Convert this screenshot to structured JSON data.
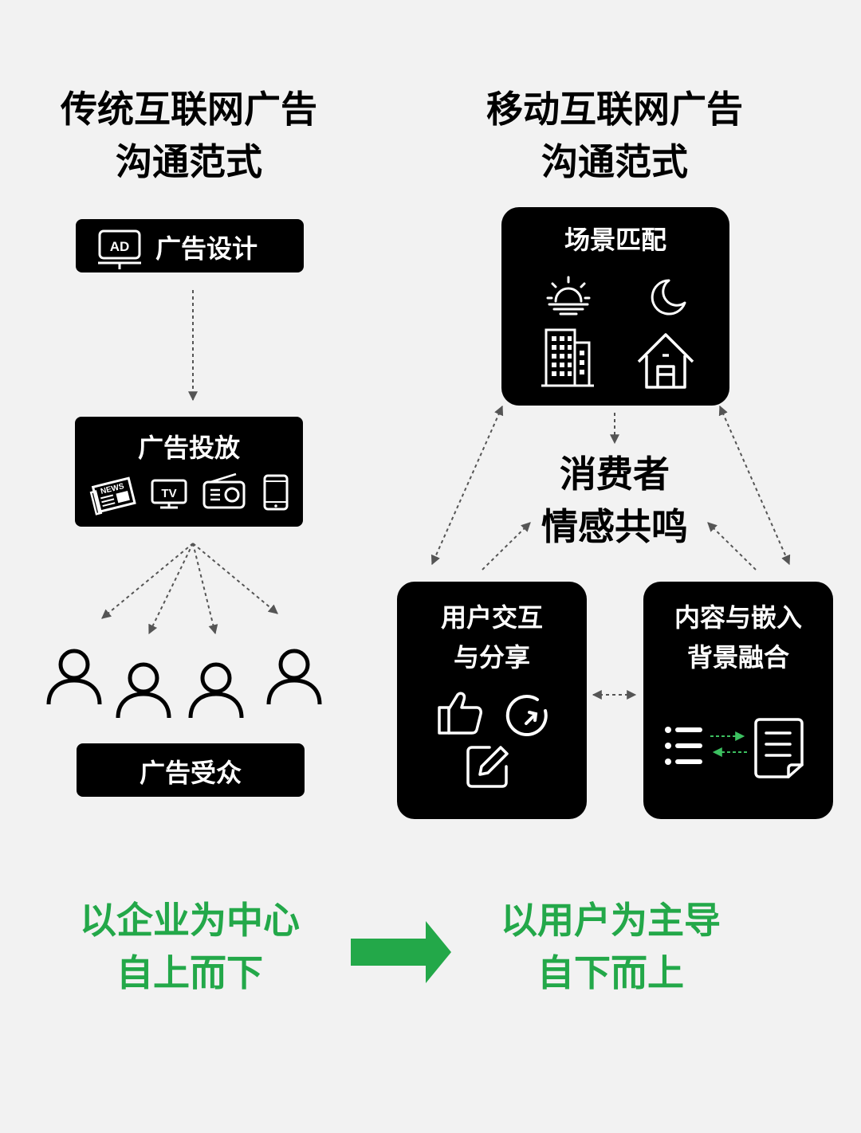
{
  "left": {
    "title_line1": "传统互联网广告",
    "title_line2": "沟通范式",
    "ad_design": {
      "label": "广告设计",
      "icon": "ad-billboard-icon",
      "icon_text": "AD"
    },
    "ad_delivery": {
      "label": "广告投放",
      "icons": [
        "newspaper-icon",
        "tv-icon",
        "radio-icon",
        "phone-icon"
      ],
      "newspaper_text": "NEWS",
      "tv_text": "TV"
    },
    "audience": {
      "label": "广告受众",
      "icon": "person-icon"
    },
    "bottom_line1": "以企业为中心",
    "bottom_line2": "自上而下"
  },
  "right": {
    "title_line1": "移动互联网广告",
    "title_line2": "沟通范式",
    "scene": {
      "label": "场景匹配",
      "icons": [
        "sunrise-icon",
        "moon-icon",
        "building-icon",
        "house-icon"
      ]
    },
    "emotion_line1": "消费者",
    "emotion_line2": "情感共鸣",
    "interaction": {
      "label_line1": "用户交互",
      "label_line2": "与分享",
      "icons": [
        "thumbs-up-icon",
        "refresh-icon",
        "edit-icon"
      ]
    },
    "content": {
      "label_line1": "内容与嵌入",
      "label_line2": "背景融合",
      "icons": [
        "list-icon",
        "document-icon"
      ]
    },
    "bottom_line1": "以用户为主导",
    "bottom_line2": "自下而上"
  },
  "colors": {
    "accent": "#23a849",
    "box": "#000000",
    "background": "#f2f2f2",
    "arrow": "#555555"
  }
}
